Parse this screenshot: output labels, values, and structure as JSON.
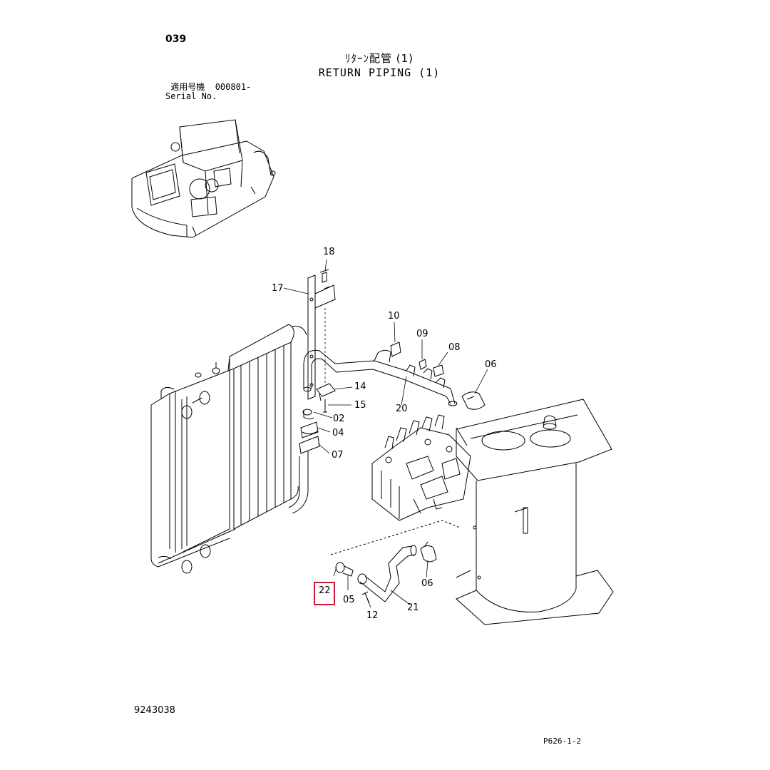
{
  "header": {
    "page_number": "039",
    "title_jp": "ﾘﾀｰﾝ配管 (1)",
    "title_en": "RETURN PIPING (1)",
    "serial_label_jp": "適用号機",
    "serial_value": "000801-",
    "serial_label_en": "Serial No."
  },
  "callouts": {
    "c18": "18",
    "c17": "17",
    "c10": "10",
    "c09": "09",
    "c08": "08",
    "c06a": "06",
    "c14": "14",
    "c15": "15",
    "c20": "20",
    "c02": "02",
    "c04": "04",
    "c07": "07",
    "c22": "22",
    "c05": "05",
    "c12": "12",
    "c21": "21",
    "c06b": "06"
  },
  "highlighted_callout": "22",
  "colors": {
    "highlight": "#d0183a",
    "line": "#000000"
  },
  "footer": {
    "figure_number": "9243038",
    "page_ref": "P626-1-2"
  }
}
